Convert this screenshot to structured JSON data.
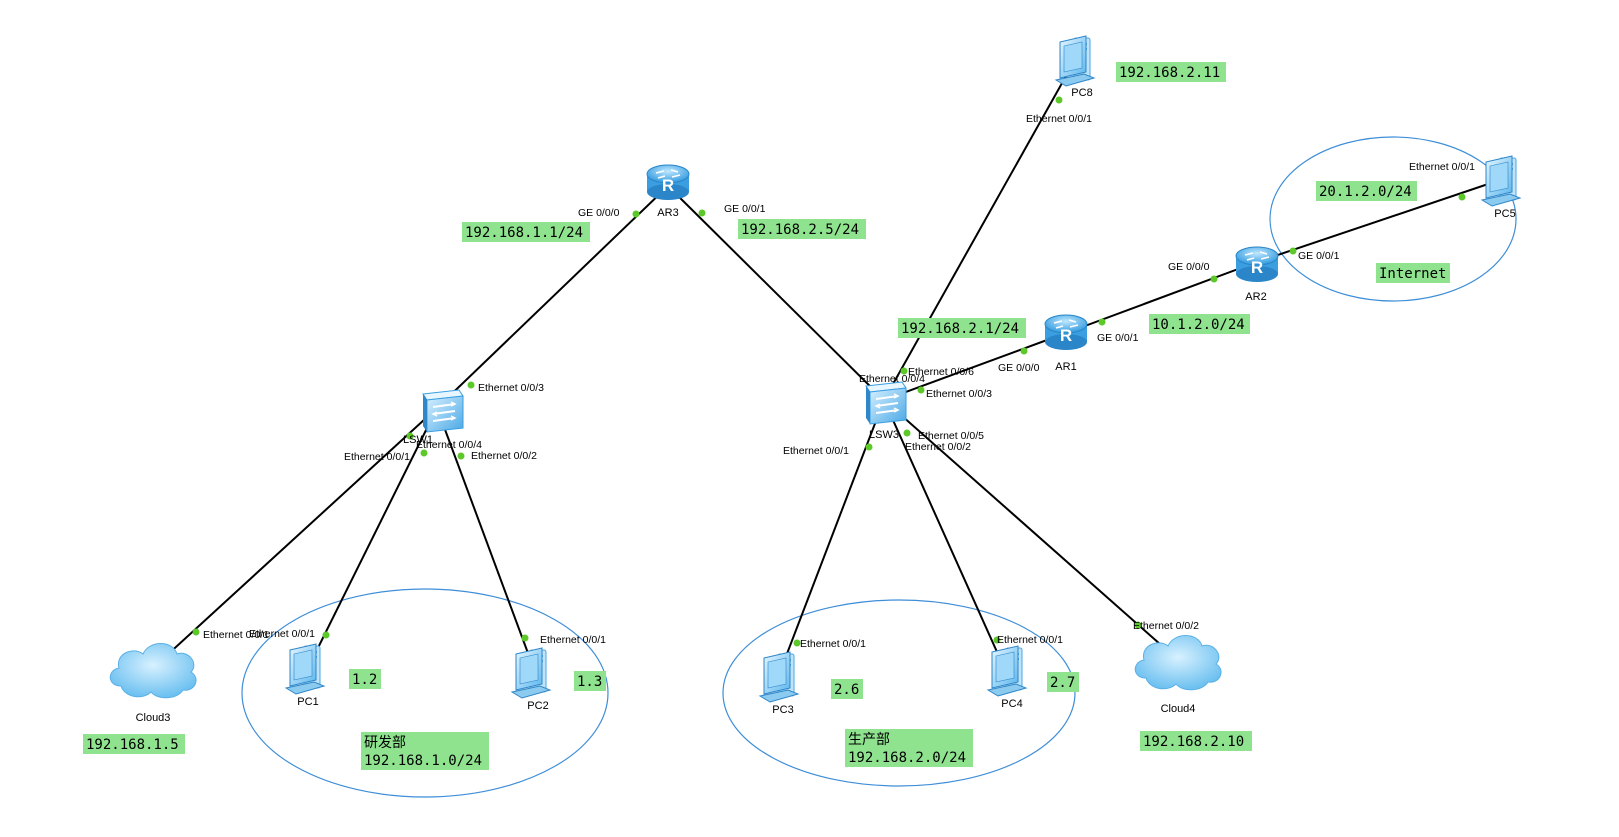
{
  "devices": {
    "ar3": "AR3",
    "ar1": "AR1",
    "ar2": "AR2",
    "lsw1": "LSW1",
    "lsw3": "LSW3",
    "pc1": "PC1",
    "pc2": "PC2",
    "pc3": "PC3",
    "pc4": "PC4",
    "pc5": "PC5",
    "pc8": "PC8",
    "cloud3": "Cloud3",
    "cloud4": "Cloud4"
  },
  "ports": {
    "ar3_ge000": "GE 0/0/0",
    "ar3_ge001": "GE 0/0/1",
    "lsw1_e003": "Ethernet 0/0/3",
    "lsw1_e004": "Ethernet 0/0/4",
    "lsw1_e001": "Ethernet 0/0/1",
    "lsw1_e002": "Ethernet 0/0/2",
    "cloud3_eth": "Ethernet 0/0/1",
    "pc1_eth": "Ethernet 0/0/1",
    "pc2_eth": "Ethernet 0/0/1",
    "lsw3_e006": "Ethernet 0/0/6",
    "lsw3_e004": "Ethernet 0/0/4",
    "lsw3_e003": "Ethernet 0/0/3",
    "lsw3_e005": "Ethernet 0/0/5",
    "lsw3_e002": "Ethernet 0/0/2",
    "lsw3_e001": "Ethernet 0/0/1",
    "pc3_eth": "Ethernet 0/0/1",
    "pc4_eth": "Ethernet 0/0/1",
    "cloud4_eth": "Ethernet 0/0/2",
    "pc8_eth": "Ethernet 0/0/1",
    "ar1_ge000": "GE 0/0/0",
    "ar1_ge001": "GE 0/0/1",
    "ar2_ge000": "GE 0/0/0",
    "ar2_ge001": "GE 0/0/1",
    "pc5_eth": "Ethernet 0/0/1"
  },
  "notes": {
    "ar3_left_ip": "192.168.1.1/24",
    "ar3_right_ip": "192.168.2.5/24",
    "pc8_ip": "192.168.2.11",
    "net_20": "20.1.2.0/24",
    "internet": "Internet",
    "net_10": "10.1.2.0/24",
    "ar1_lan_ip": "192.168.2.1/24",
    "pc1_ip": "1.2",
    "pc2_ip": "1.3",
    "pc3_ip": "2.6",
    "pc4_ip": "2.7",
    "cloud3_ip": "192.168.1.5",
    "cloud4_ip": "192.168.2.10",
    "rd_dept_name": "研发部",
    "rd_dept_net": "192.168.1.0/24",
    "prod_dept_name": "生产部",
    "prod_dept_net": "192.168.2.0/24"
  },
  "colors": {
    "note_background": "#8fe38f",
    "link": "#000000",
    "port_dot": "#5cc829",
    "zone_outline": "#3e8ed8",
    "device_blue": "#4aa8e6"
  }
}
